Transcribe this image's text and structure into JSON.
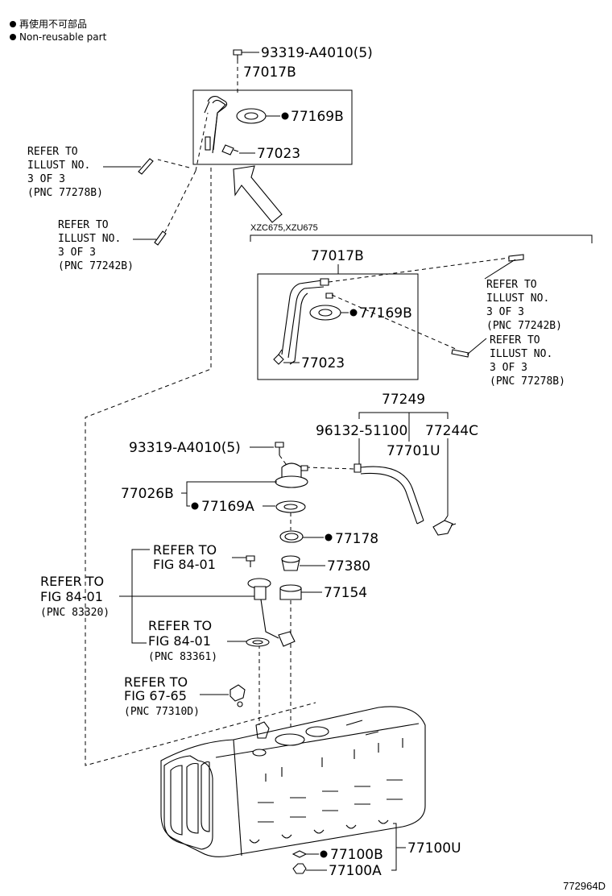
{
  "legend": {
    "line1": "再使用不可部品",
    "line2": "Non-reusable part"
  },
  "labels": {
    "bolt_top": "93319-A4010(5)",
    "pump_top": "77017B",
    "gasket_top": "77169B",
    "sender_top": "77023",
    "ref_left1": [
      "REFER TO",
      "ILLUST NO.",
      "3 OF 3",
      "(PNC 77278B)"
    ],
    "ref_left2": [
      "REFER TO",
      "ILLUST NO.",
      "3 OF 3",
      "(PNC 77242B)"
    ],
    "variant": "XZC675,XZU675",
    "pump_var": "77017B",
    "gasket_var": "77169B",
    "sender_var": "77023",
    "ref_right1": [
      "REFER TO",
      "ILLUST NO.",
      "3 OF 3",
      "(PNC 77242B)"
    ],
    "ref_right2": [
      "REFER TO",
      "ILLUST NO.",
      "3 OF 3",
      "(PNC 77278B)"
    ],
    "vent_assy": "77249",
    "clamp": "96132-51100",
    "valve": "77244C",
    "hose": "77701U",
    "bolt_mid": "93319-A4010(5)",
    "gauge_assy": "77026B",
    "gasket_mid": "77169A",
    "ring": "77178",
    "filter": "77380",
    "cap": "77154",
    "ref_fig1": [
      "REFER TO",
      "FIG 84-01"
    ],
    "ref_fig2": [
      "REFER TO",
      "FIG 84-01",
      "(PNC 83320)"
    ],
    "ref_fig3": [
      "REFER TO",
      "FIG 84-01",
      "(PNC 83361)"
    ],
    "ref_fig4": [
      "REFER TO",
      "FIG 67-65",
      "(PNC 77310D)"
    ],
    "drain_gasket": "77100B",
    "tank": "77100U",
    "drain_plug": "77100A",
    "figure_id": "772964D"
  }
}
